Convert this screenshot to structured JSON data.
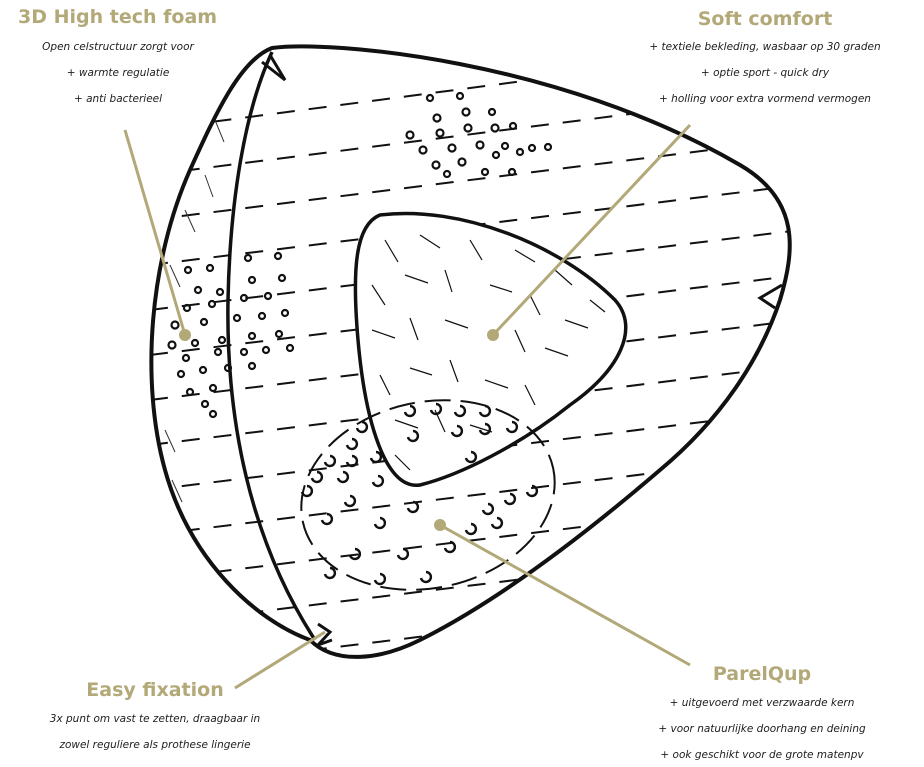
{
  "colors": {
    "accent": "#b2a878",
    "line": "#111111",
    "text": "#1d1d1d"
  },
  "labels": {
    "foam": {
      "title": "3D High tech foam",
      "lines": [
        "Open celstructuur zorgt voor",
        "+ warmte regulatie",
        "+ anti bacterieel"
      ]
    },
    "comfort": {
      "title": "Soft comfort",
      "lines": [
        "+ textiele bekleding, wasbaar op 30 graden",
        "+ optie sport - quick dry",
        "+ holling voor extra vormend vermogen"
      ]
    },
    "fixation": {
      "title": "Easy fixation",
      "lines": [
        "3x punt om vast te zetten, draagbaar in",
        "zowel reguliere als prothese lingerie"
      ]
    },
    "parelqup": {
      "title": "ParelQup",
      "lines": [
        "+ uitgevoerd met verzwaarde kern",
        "+ voor natuurlijke doorhang en deining",
        "+ ook geschikt voor de grote matenpv"
      ]
    }
  }
}
